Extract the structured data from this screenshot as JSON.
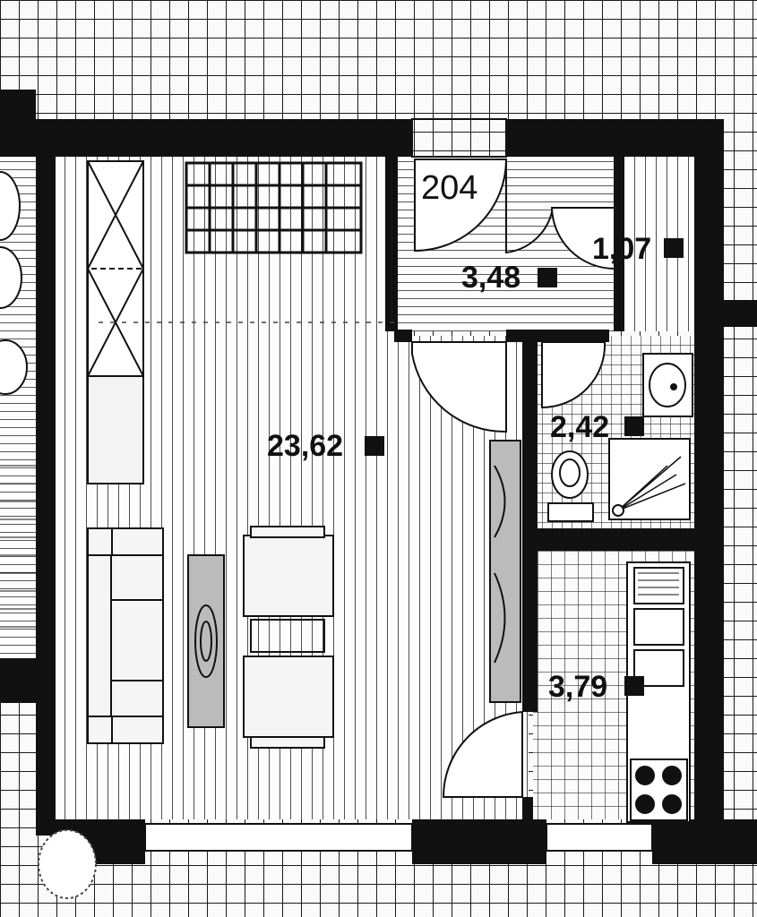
{
  "plan": {
    "unit_number": "204",
    "rooms": [
      {
        "id": "living",
        "area": "23,62"
      },
      {
        "id": "hall",
        "area": "3,48"
      },
      {
        "id": "closet",
        "area": "1,07"
      },
      {
        "id": "bathroom",
        "area": "2,42"
      },
      {
        "id": "kitchen",
        "area": "3,79"
      }
    ]
  },
  "icons": {
    "area_marker": "filled-square-icon"
  },
  "colors": {
    "wall": "#111111",
    "paper": "#ffffff",
    "line": "#222222"
  }
}
